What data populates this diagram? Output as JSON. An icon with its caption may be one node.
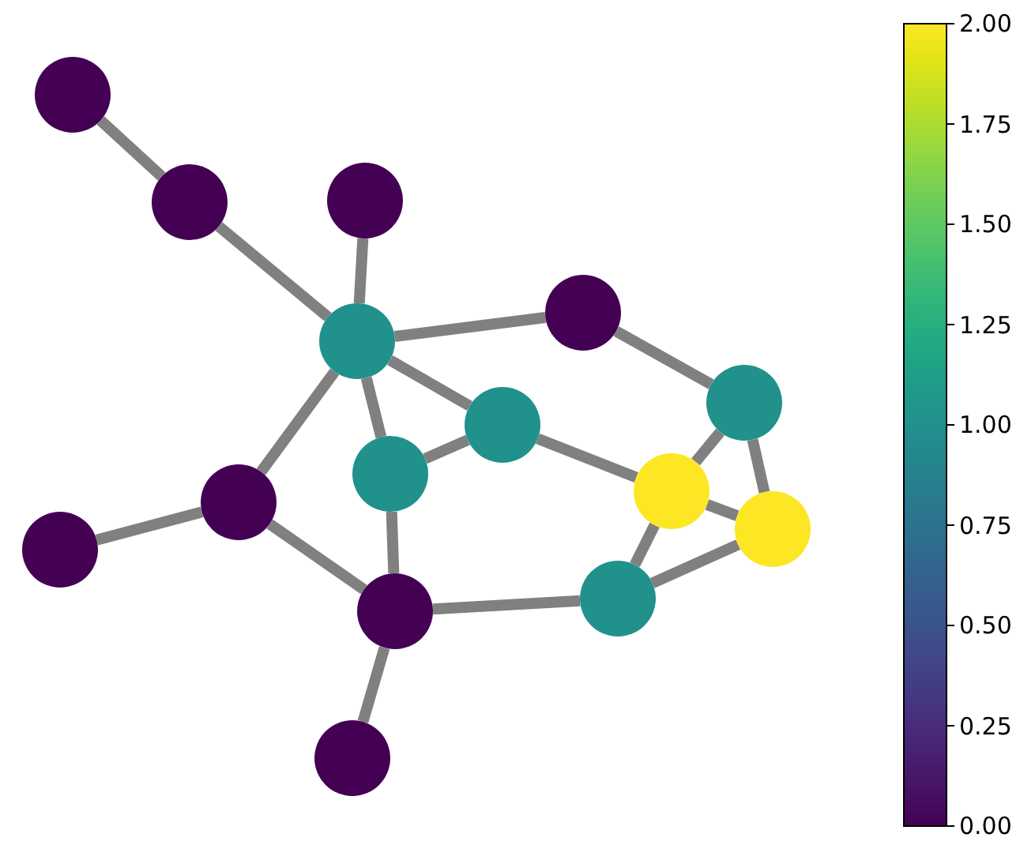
{
  "diagram": {
    "nodes": [
      {
        "text": [],
        "shape": "circle"
      },
      {
        "text": [],
        "shape": "circle"
      },
      {
        "text": [],
        "shape": "circle"
      },
      {
        "text": [],
        "shape": "circle"
      },
      {
        "text": [],
        "shape": "circle"
      },
      {
        "text": [],
        "shape": "circle"
      },
      {
        "text": [],
        "shape": "circle"
      },
      {
        "text": [],
        "shape": "circle"
      },
      {
        "text": [],
        "shape": "circle"
      },
      {
        "text": [],
        "shape": "circle"
      },
      {
        "text": [],
        "shape": "circle"
      },
      {
        "text": [],
        "shape": "circle"
      },
      {
        "text": [],
        "shape": "circle"
      },
      {
        "text": [],
        "shape": "circle"
      },
      {
        "text": [],
        "shape": "circle"
      }
    ],
    "edges": [
      {
        "from": 0,
        "to": 1,
        "arrow": "none"
      },
      {
        "from": 1,
        "to": 3,
        "arrow": "none"
      },
      {
        "from": 2,
        "to": 3,
        "arrow": "none"
      },
      {
        "from": 3,
        "to": 4,
        "arrow": "none"
      },
      {
        "from": 3,
        "to": 6,
        "arrow": "none"
      },
      {
        "from": 3,
        "to": 7,
        "arrow": "none"
      },
      {
        "from": 3,
        "to": 11,
        "arrow": "none"
      },
      {
        "from": 4,
        "to": 5,
        "arrow": "none"
      },
      {
        "from": 5,
        "to": 8,
        "arrow": "none"
      },
      {
        "from": 5,
        "to": 9,
        "arrow": "none"
      },
      {
        "from": 6,
        "to": 7,
        "arrow": "none"
      },
      {
        "from": 6,
        "to": 8,
        "arrow": "none"
      },
      {
        "from": 8,
        "to": 9,
        "arrow": "none"
      },
      {
        "from": 8,
        "to": 13,
        "arrow": "none"
      },
      {
        "from": 9,
        "to": 13,
        "arrow": "none"
      },
      {
        "from": 10,
        "to": 11,
        "arrow": "none"
      },
      {
        "from": 11,
        "to": 12,
        "arrow": "none"
      },
      {
        "from": 7,
        "to": 12,
        "arrow": "none"
      },
      {
        "from": 12,
        "to": 13,
        "arrow": "none"
      },
      {
        "from": 12,
        "to": 14,
        "arrow": "none"
      }
    ],
    "labels": [
      "2.00",
      "1.75",
      "1.50",
      "1.25",
      "1.00",
      "0.75",
      "0.50",
      "0.25",
      "0.00"
    ]
  }
}
